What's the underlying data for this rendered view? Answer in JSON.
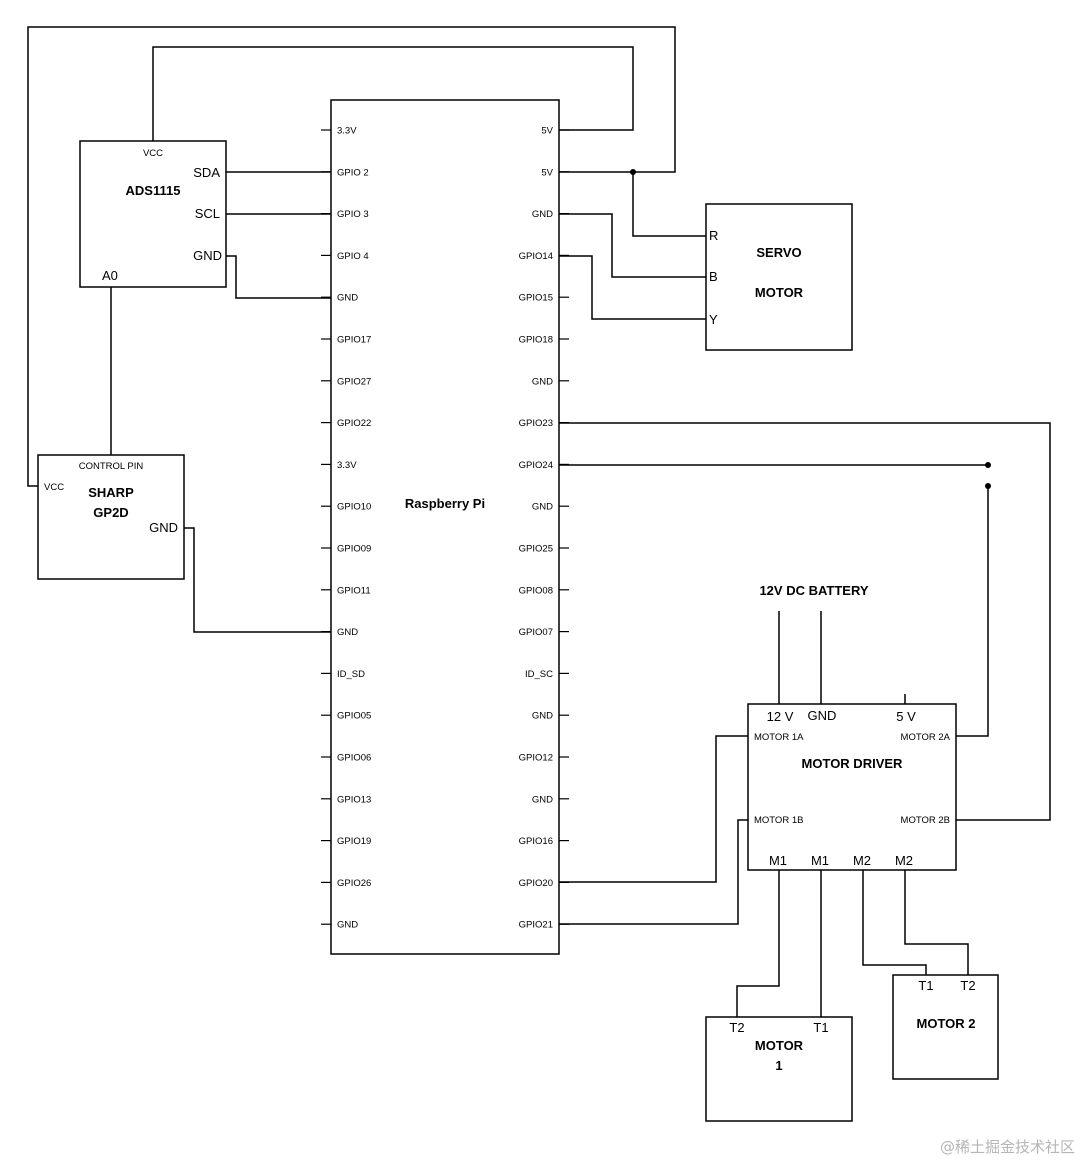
{
  "raspberry_pi": {
    "title": "Raspberry Pi",
    "left_pins": [
      "3.3V",
      "GPIO 2",
      "GPIO 3",
      "GPIO 4",
      "GND",
      "GPIO17",
      "GPIO27",
      "GPIO22",
      "3.3V",
      "GPIO10",
      "GPIO09",
      "GPIO11",
      "GND",
      "ID_SD",
      "GPIO05",
      "GPIO06",
      "GPIO13",
      "GPIO19",
      "GPIO26",
      "GND"
    ],
    "right_pins": [
      "5V",
      "5V",
      "GND",
      "GPIO14",
      "GPIO15",
      "GPIO18",
      "GND",
      "GPIO23",
      "GPIO24",
      "GND",
      "GPIO25",
      "GPIO08",
      "GPIO07",
      "ID_SC",
      "GND",
      "GPIO12",
      "GND",
      "GPIO16",
      "GPIO20",
      "GPIO21"
    ]
  },
  "ads1115": {
    "title": "ADS1115",
    "vcc": "VCC",
    "sda": "SDA",
    "scl": "SCL",
    "gnd": "GND",
    "a0": "A0"
  },
  "sharp": {
    "control_pin": "CONTROL PIN",
    "title_line1": "SHARP",
    "title_line2": "GP2D",
    "vcc": "VCC",
    "gnd": "GND"
  },
  "servo": {
    "title_line1": "SERVO",
    "title_line2": "MOTOR",
    "r": "R",
    "b": "B",
    "y": "Y"
  },
  "battery": {
    "title": "12V DC BATTERY"
  },
  "motor_driver": {
    "title": "MOTOR DRIVER",
    "v12": "12 V",
    "gnd": "GND",
    "v5": "5 V",
    "m1a": "MOTOR 1A",
    "m1b": "MOTOR 1B",
    "m2a": "MOTOR 2A",
    "m2b": "MOTOR 2B",
    "out1": "M1",
    "out2": "M1",
    "out3": "M2",
    "out4": "M2"
  },
  "motor1": {
    "title_line1": "MOTOR",
    "title_line2": "1",
    "t2": "T2",
    "t1": "T1"
  },
  "motor2": {
    "title": "MOTOR 2",
    "t1": "T1",
    "t2": "T2"
  },
  "watermark": "@稀土掘金技术社区"
}
